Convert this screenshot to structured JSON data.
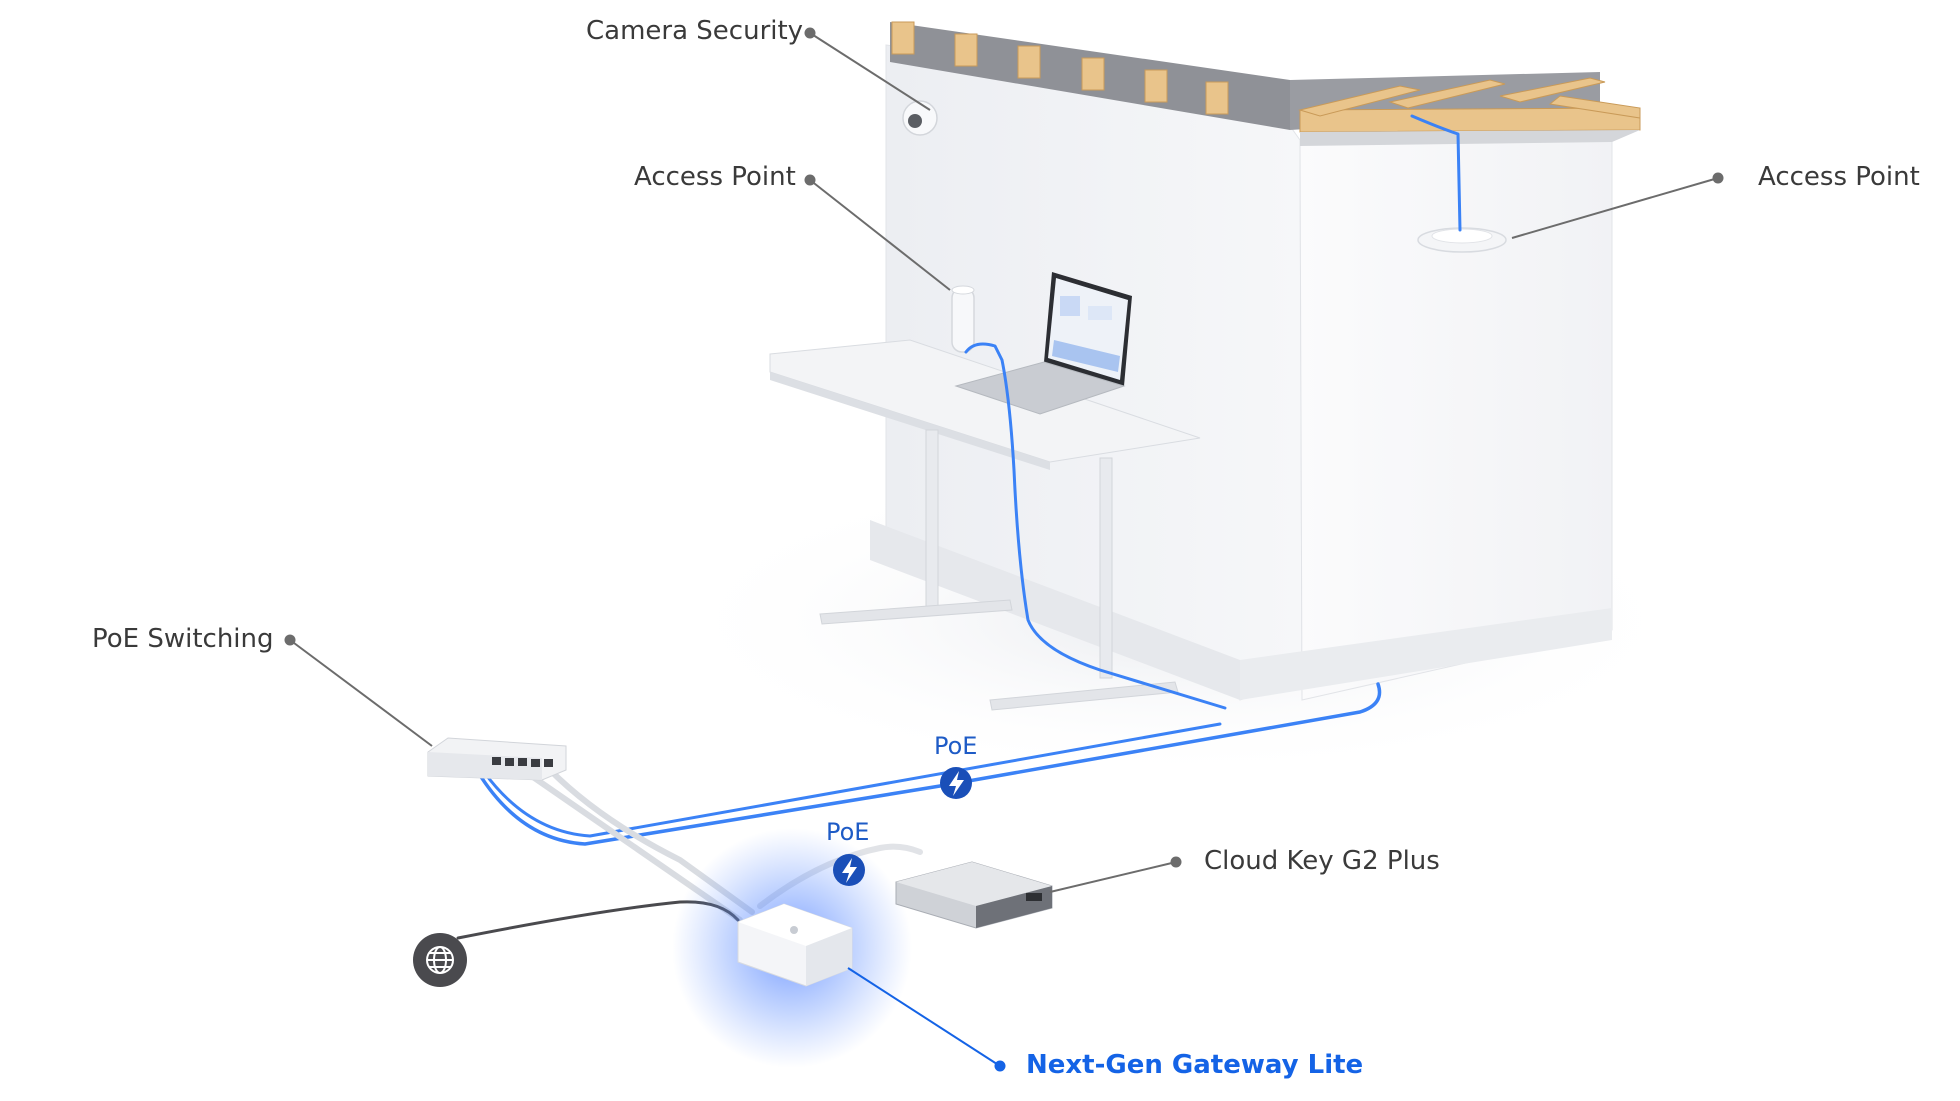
{
  "labels": {
    "camera_security": "Camera Security",
    "access_point_desk": "Access Point",
    "access_point_ceiling": "Access Point",
    "poe_switching": "PoE Switching",
    "cloud_key": "Cloud Key G2 Plus",
    "gateway": "Next-Gen Gateway Lite"
  },
  "poe": {
    "upper": "PoE",
    "lower": "PoE"
  },
  "icons": {
    "internet": "globe-icon",
    "power": "lightning-bolt-icon"
  },
  "colors": {
    "cable_blue": "#3b82f6",
    "accent_blue": "#1463e6",
    "badge_blue": "#1a4fb8",
    "label_gray": "#3a3a3a",
    "globe_badge": "#4a4a4e",
    "gateway_glow": "#4a7bff"
  }
}
